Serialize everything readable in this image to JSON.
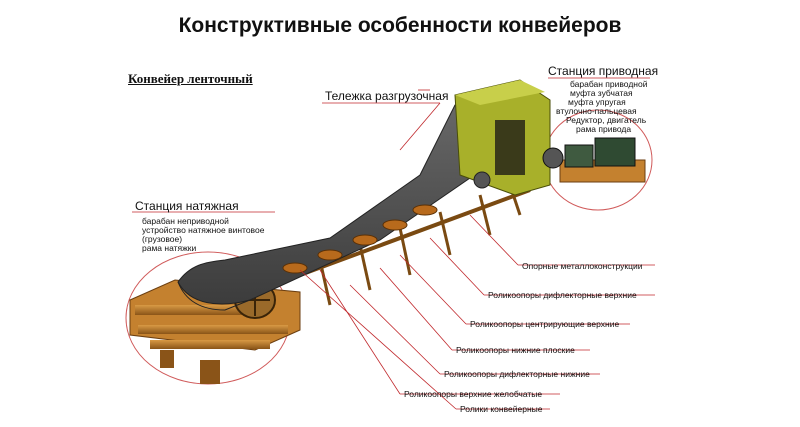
{
  "title": "Конструктивные особенности конвейеров",
  "subtitle": "Конвейер ленточный",
  "drive_station": {
    "title": "Станция приводная",
    "items": [
      "барабан приводной",
      "муфта зубчатая",
      "муфта упругая",
      "втулочно-пальцевая",
      "Редуктор, двигатель",
      "рама привода"
    ]
  },
  "tension_station": {
    "title": "Станция натяжная",
    "items": [
      "барабан неприводной",
      "устройство натяжное винтовое",
      "(грузовое)",
      "рама натяжки"
    ]
  },
  "trolley_label": "Тележка разгрузочная",
  "callouts": [
    "Опорные металлоконструкции",
    "Роликоопоры дифлекторные верхние",
    "Роликоопоры центрирующие верхние",
    "Роликоопоры нижние плоские",
    "Роликоопоры дифлекторные нижние",
    "Роликоопоры верхние желобчатые",
    "Ролики конвейерные"
  ],
  "colors": {
    "accent": "#c0282c",
    "belt": "#4a4a4a",
    "frame": "#b8762a",
    "trolley": "#a8b02a"
  }
}
